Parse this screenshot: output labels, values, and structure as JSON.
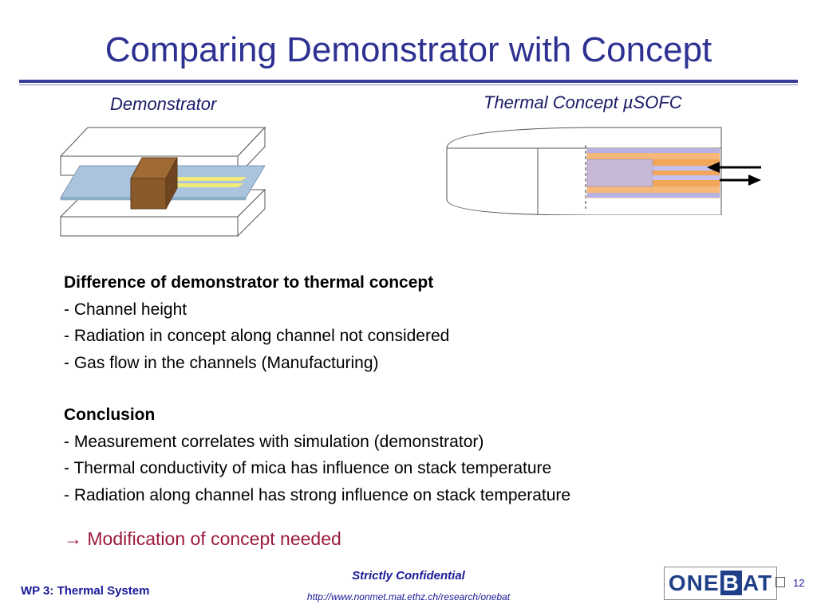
{
  "slide": {
    "title": "Comparing Demonstrator with Concept",
    "figures": {
      "demonstrator_label": "Demonstrator",
      "concept_label": "Thermal Concept  µSOFC"
    },
    "difference": {
      "heading": "Difference of demonstrator to thermal concept",
      "items": [
        "- Channel height",
        "- Radiation in concept along channel not considered",
        "- Gas flow in the channels (Manufacturing)"
      ]
    },
    "conclusion": {
      "heading": "Conclusion",
      "items": [
        "- Measurement correlates with simulation (demonstrator)",
        "- Thermal conductivity of mica has influence on stack temperature",
        "- Radiation along channel has strong influence on stack temperature"
      ]
    },
    "result": {
      "arrow": "→",
      "text": "Modification of concept needed"
    }
  },
  "footer": {
    "confidential": "Strictly Confidential",
    "url": "http://www.nonmet.mat.ethz.ch/research/onebat",
    "workpackage": "WP 3: Thermal System",
    "page_number": "12"
  },
  "logo": {
    "part1": "ONE",
    "part2": "B",
    "part3": "AT"
  },
  "colors": {
    "title": "#2e3192",
    "accent_text": "#9c1a3c",
    "footer_text": "#1a1a99",
    "brown_block": "#8b5a2b",
    "blue_plate": "#a9c4dc",
    "yellow_channel": "#f2ea7a",
    "orange_layer": "#f2a65a",
    "lilac_layer": "#b8b0e0"
  }
}
